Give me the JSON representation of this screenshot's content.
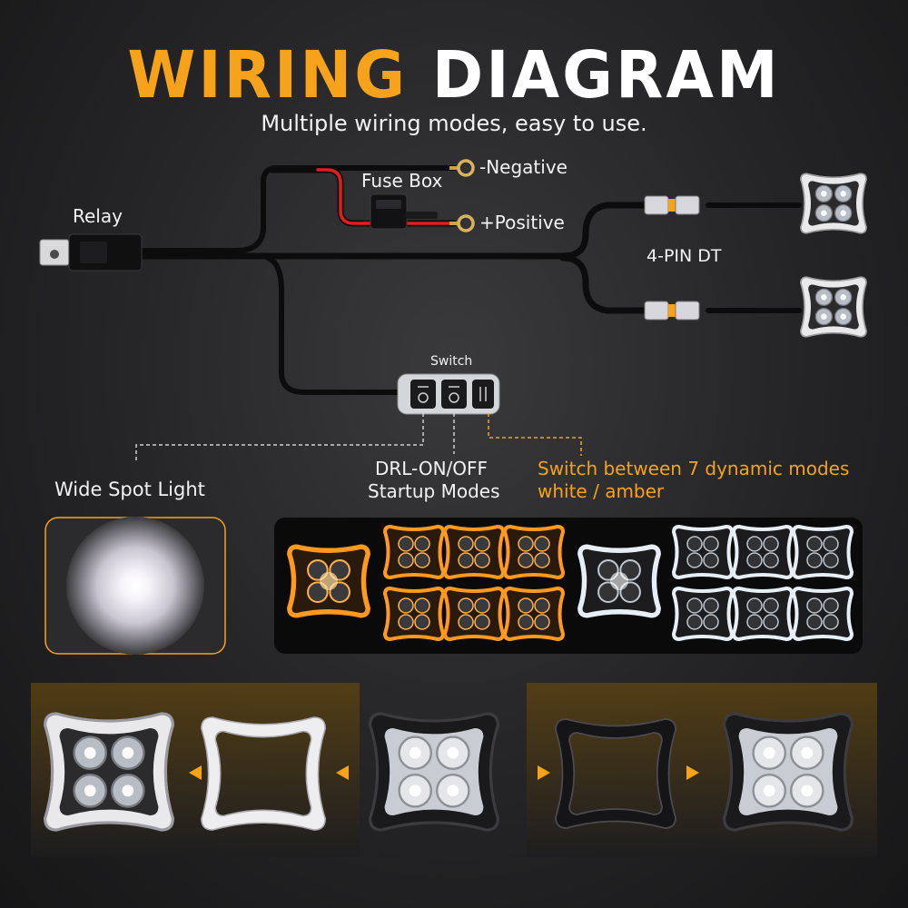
{
  "title": {
    "part1": "WIRING",
    "part2": "DIAGRAM"
  },
  "subtitle": "Multiple wiring modes, easy to use.",
  "labels": {
    "relay": "Relay",
    "fuse_box": "Fuse Box",
    "negative": "-Negative",
    "positive": "+Positive",
    "connector": "4-PIN DT",
    "switch": "Switch",
    "wide_spot": "Wide Spot Light",
    "drl_line1": "DRL-ON/OFF",
    "drl_line2": "Startup Modes",
    "dynamic_line1": "Switch between 7 dynamic modes",
    "dynamic_line2": "white / amber"
  },
  "colors": {
    "accent": "#f7a21b",
    "positive_wire": "#e11d1d",
    "amber_glow": "#ff9a1f",
    "white_glow": "#e8eef5"
  },
  "icons": [
    "relay-icon",
    "fuse-box-icon",
    "ring-terminal-icon",
    "dt-connector-icon",
    "light-pod-icon",
    "switch-panel-icon",
    "arrow-left-icon",
    "arrow-right-icon"
  ]
}
